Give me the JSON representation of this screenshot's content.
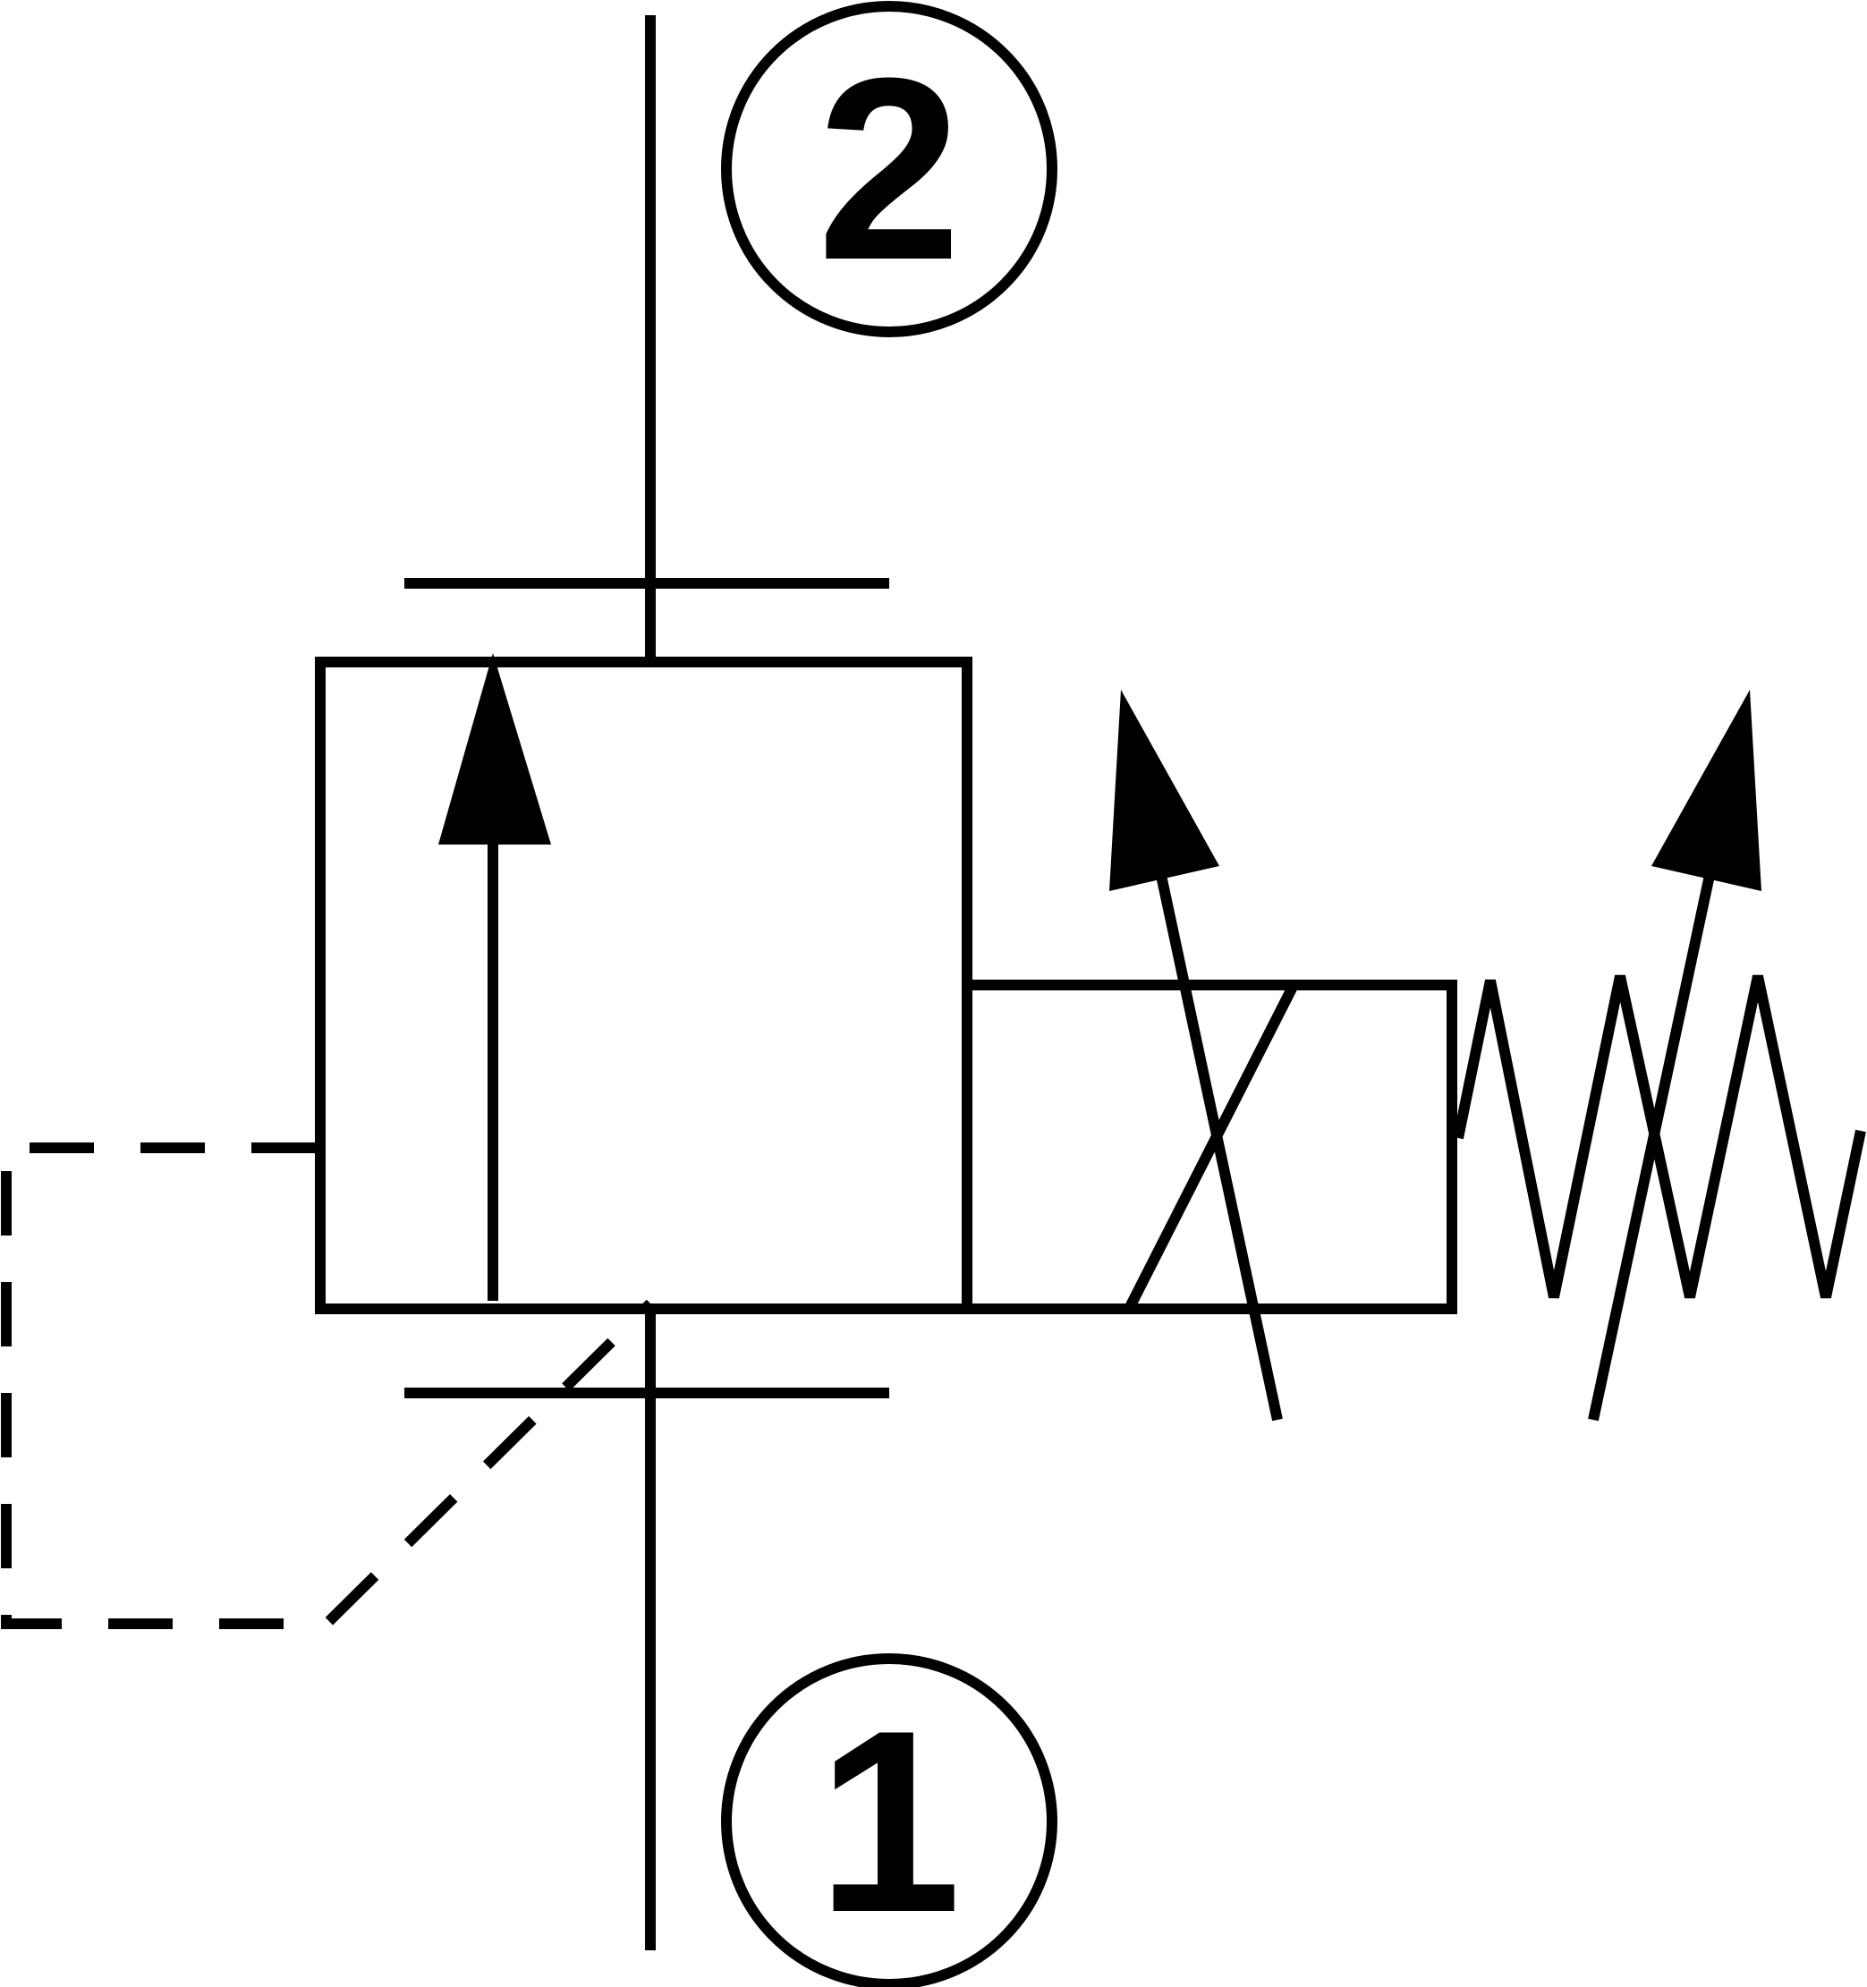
{
  "ports": [
    {
      "id": "port-2",
      "label": "2"
    },
    {
      "id": "port-1",
      "label": "1"
    }
  ],
  "colors": {
    "stroke": "#000000",
    "background": "#ffffff"
  }
}
